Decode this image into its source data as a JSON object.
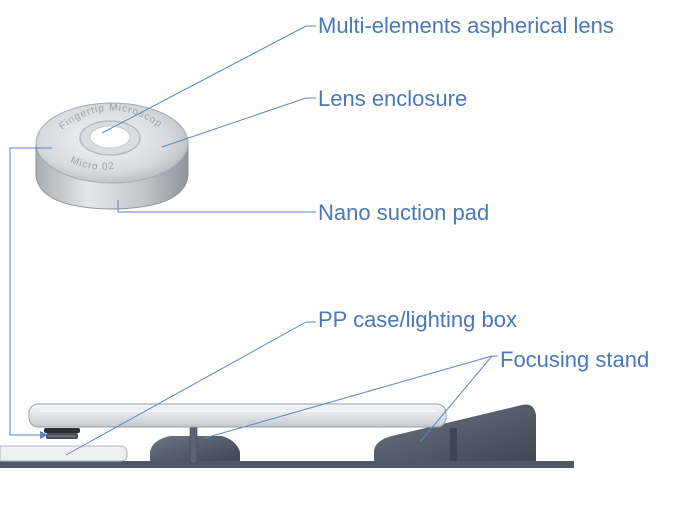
{
  "labels": {
    "lens": "Multi-elements aspherical lens",
    "enclosure": "Lens enclosure",
    "suction": "Nano suction pad",
    "case": "PP case/lighting box",
    "stand": "Focusing stand"
  },
  "lens_engraving": {
    "top": "Fingertip Microscope",
    "bottom": "Micro 02"
  },
  "colors": {
    "label": "#4a78b8",
    "leader": "#5b86c4",
    "stand": "#4e5866",
    "case_body": "#e6e8ec",
    "lens_body": "#c9cdd3"
  }
}
